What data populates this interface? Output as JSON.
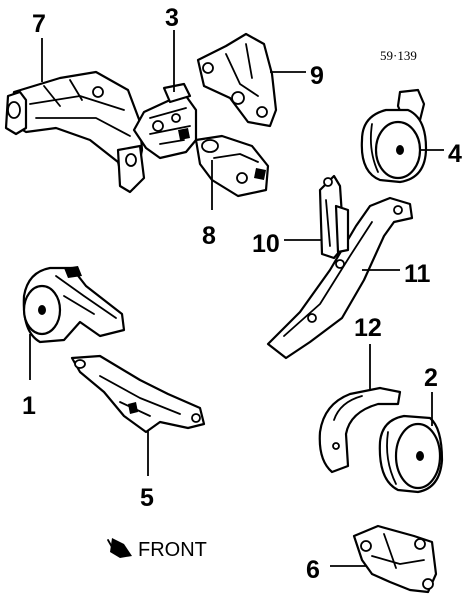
{
  "figure_ref": "59·139",
  "callouts": {
    "c1": "1",
    "c2": "2",
    "c3": "3",
    "c4": "4",
    "c5": "5",
    "c6": "6",
    "c7": "7",
    "c8": "8",
    "c9": "9",
    "c10": "10",
    "c11": "11",
    "c12": "12"
  },
  "front_label": "FRONT"
}
